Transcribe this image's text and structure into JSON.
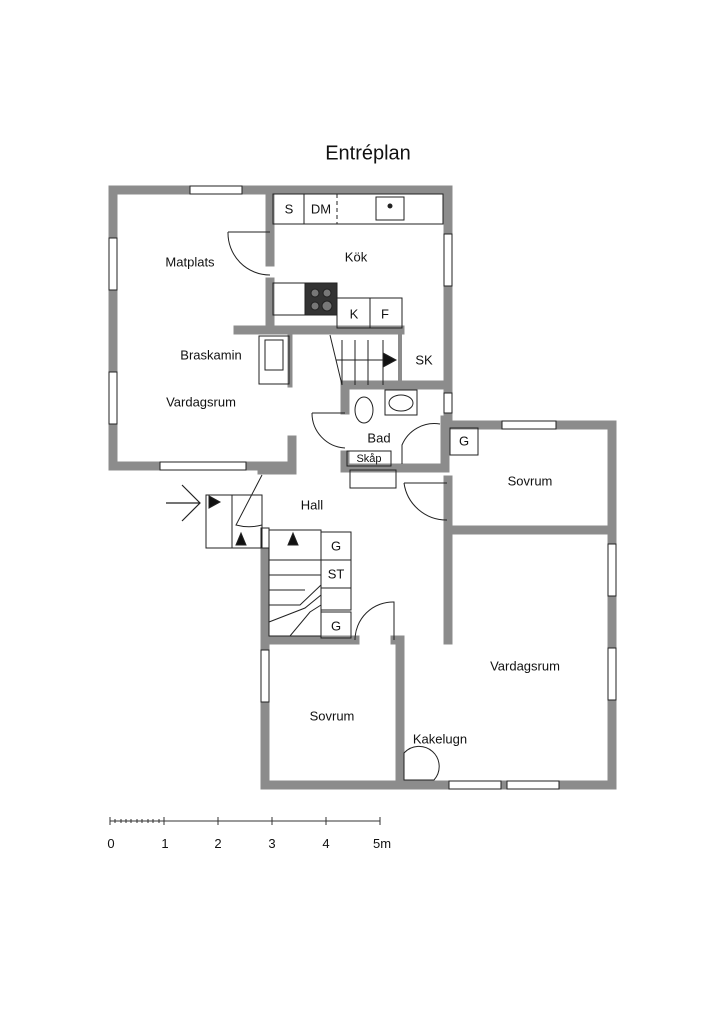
{
  "title": "Entréplan",
  "rooms": {
    "matplats": "Matplats",
    "kok": "Kök",
    "braskamin": "Braskamin",
    "vardagsrum1": "Vardagsrum",
    "sk": "SK",
    "bad": "Bad",
    "skap": "Skåp",
    "hall": "Hall",
    "sovrum1": "Sovrum",
    "vardagsrum2": "Vardagsrum",
    "sovrum2": "Sovrum",
    "kakelugn": "Kakelugn"
  },
  "fixtures": {
    "s": "S",
    "dm": "DM",
    "k": "K",
    "f": "F",
    "g1": "G",
    "g2": "G",
    "st": "ST",
    "g3": "G"
  },
  "scale": {
    "ticks": [
      "0",
      "1",
      "2",
      "3",
      "4",
      "5m"
    ]
  },
  "colors": {
    "wall": "#8c8c8c",
    "line": "#222222"
  }
}
